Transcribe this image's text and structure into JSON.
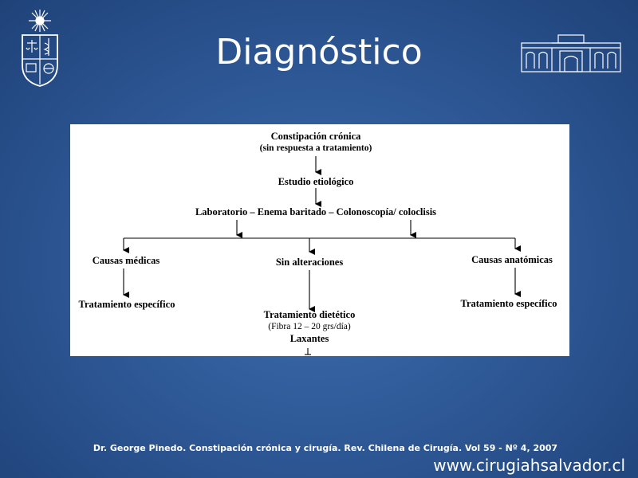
{
  "slide": {
    "title": "Diagnóstico",
    "citation": "Dr. George Pinedo. Constipación crónica y cirugía. Rev. Chilena de Cirugía. Vol 59 - Nº 4,  2007",
    "website": "www.cirugiahsalvador.cl"
  },
  "flowchart": {
    "start": {
      "line1": "Constipación crónica",
      "line2": "(sin respuesta a tratamiento)"
    },
    "study": "Estudio etiológico",
    "tests": "Laboratorio – Enema baritado – Colonoscopía/ coloclisis",
    "branches": {
      "left": {
        "label": "Causas médicas",
        "result": "Tratamiento específico"
      },
      "center": {
        "label": "Sin alteraciones",
        "result": "Tratamiento dietético",
        "detail": "(Fibra 12 – 20 grs/día)",
        "extra": "Laxantes"
      },
      "right": {
        "label": "Causas anatómicas",
        "result": "Tratamiento específico"
      }
    }
  },
  "colors": {
    "background": "#2f5a98",
    "text": "#ffffff",
    "panel": "#ffffff"
  }
}
